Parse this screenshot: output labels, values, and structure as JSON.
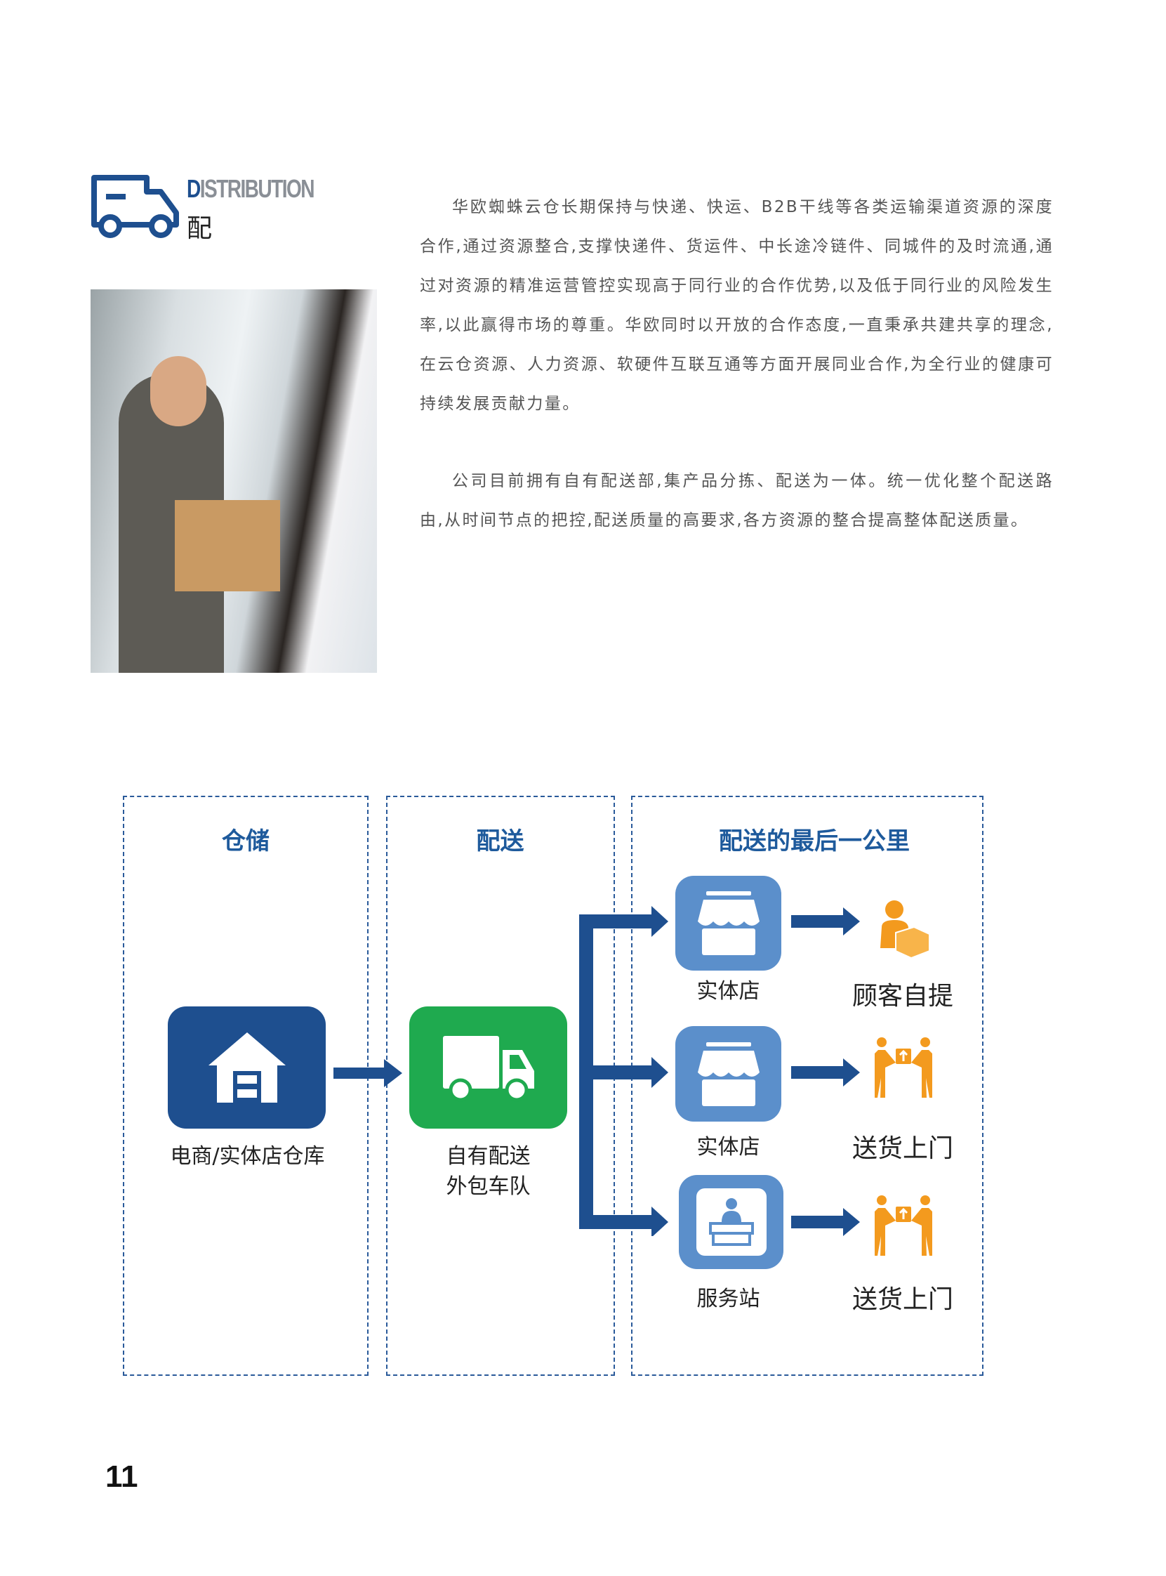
{
  "header": {
    "title_en_first": "D",
    "title_en_rest": "ISTRIBUTION",
    "title_cn": "配",
    "icon": "truck-icon"
  },
  "body": {
    "paragraph1": "华欧蜘蛛云仓长期保持与快递、快运、B2B干线等各类运输渠道资源的深度合作,通过资源整合,支撑快递件、货运件、中长途冷链件、同城件的及时流通,通过对资源的精准运营管控实现高于同行业的合作优势,以及低于同行业的风险发生率,以此赢得市场的尊重。华欧同时以开放的合作态度,一直秉承共建共享的理念,在云仓资源、人力资源、软硬件互联互通等方面开展同业合作,为全行业的健康可持续发展贡献力量。",
    "paragraph2": "公司目前拥有自有配送部,集产品分拣、配送为一体。统一优化整个配送路由,从时间节点的把控,配送质量的高要求,各方资源的整合提高整体配送质量。"
  },
  "diagram": {
    "columns": [
      "仓储",
      "配送",
      "配送的最后一公里"
    ],
    "warehouse": {
      "label": "电商/实体店仓库",
      "icon": "warehouse-icon"
    },
    "delivery": {
      "line1": "自有配送",
      "line2": "外包车队",
      "icon": "truck-icon"
    },
    "branches": [
      {
        "node": "实体店",
        "node_icon": "store-icon",
        "result": "顾客自提",
        "result_icon": "person-with-box-icon"
      },
      {
        "node": "实体店",
        "node_icon": "store-icon",
        "result": "送货上门",
        "result_icon": "handover-icon"
      },
      {
        "node": "服务站",
        "node_icon": "service-desk-icon",
        "result": "送货上门",
        "result_icon": "handover-icon"
      }
    ],
    "colors": {
      "dark_blue": "#1e4f8f",
      "tile_blue": "#5b8fcb",
      "green": "#1faa4f",
      "orange": "#f39a1e"
    }
  },
  "page_number": "11"
}
